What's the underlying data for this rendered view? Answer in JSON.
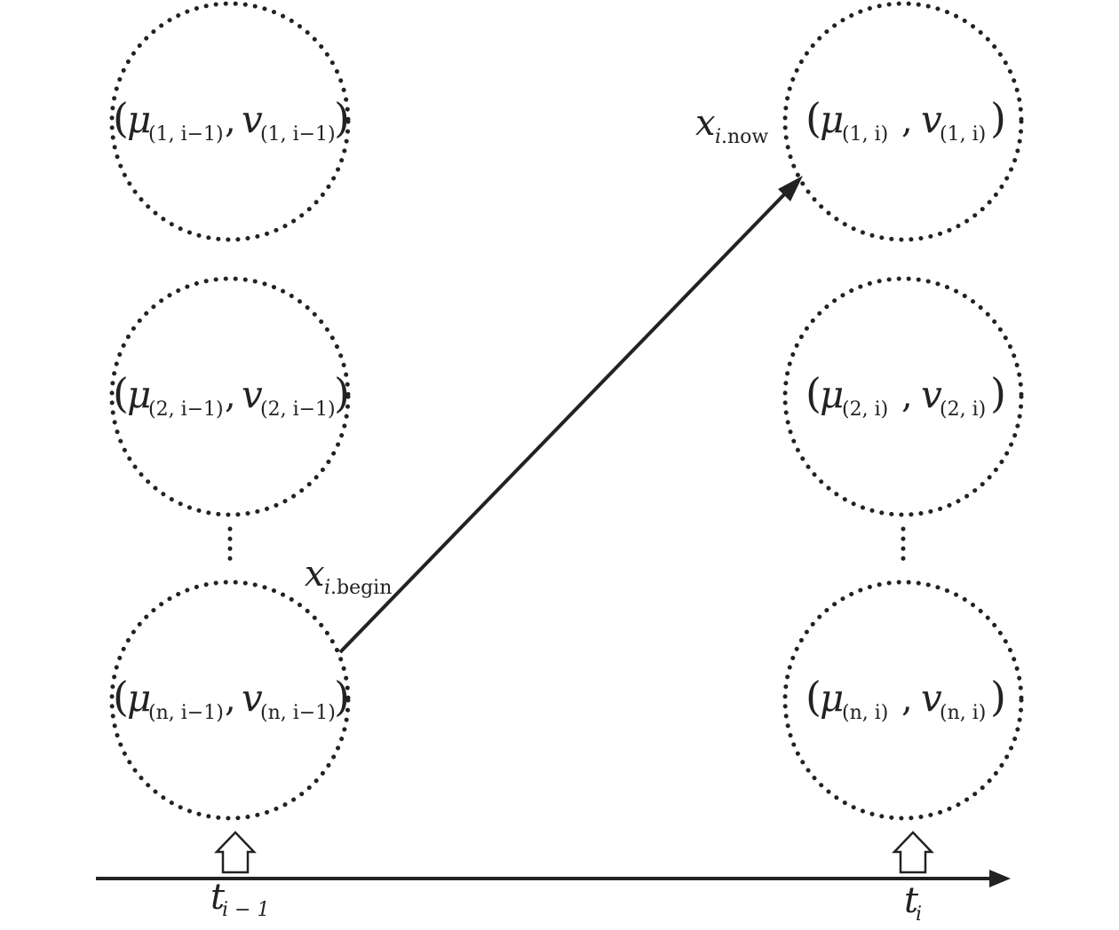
{
  "colors": {
    "ink": "#222222",
    "background": "#ffffff"
  },
  "prev_step": {
    "time_label": {
      "base": "t",
      "sub": "i − 1"
    },
    "nodes": [
      {
        "mu_base": "μ",
        "mu_sub": "(1, i−1)",
        "sep": ",",
        "v_base": "v",
        "v_sub": "(1, i−1)"
      },
      {
        "mu_base": "μ",
        "mu_sub": "(2, i−1)",
        "sep": ",",
        "v_base": "v",
        "v_sub": "(2, i−1)"
      },
      {
        "mu_base": "μ",
        "mu_sub": "(n, i−1)",
        "sep": ",",
        "v_base": "v",
        "v_sub": "(n, i−1)"
      }
    ]
  },
  "curr_step": {
    "time_label": {
      "base": "t",
      "sub": "i"
    },
    "nodes": [
      {
        "mu_base": "μ",
        "mu_sub": "(1, i)",
        "sep": ",",
        "v_base": "v",
        "v_sub": "(1, i)"
      },
      {
        "mu_base": "μ",
        "mu_sub": "(2, i)",
        "sep": ",",
        "v_base": "v",
        "v_sub": "(2, i)"
      },
      {
        "mu_base": "μ",
        "mu_sub": "(n, i)",
        "sep": ",",
        "v_base": "v",
        "v_sub": "(n, i)"
      }
    ]
  },
  "transition": {
    "start_label": {
      "base": "x",
      "sub_it": "i",
      "sub_rm": ".begin"
    },
    "end_label": {
      "base": "x",
      "sub_it": "i",
      "sub_rm": ".now"
    }
  }
}
